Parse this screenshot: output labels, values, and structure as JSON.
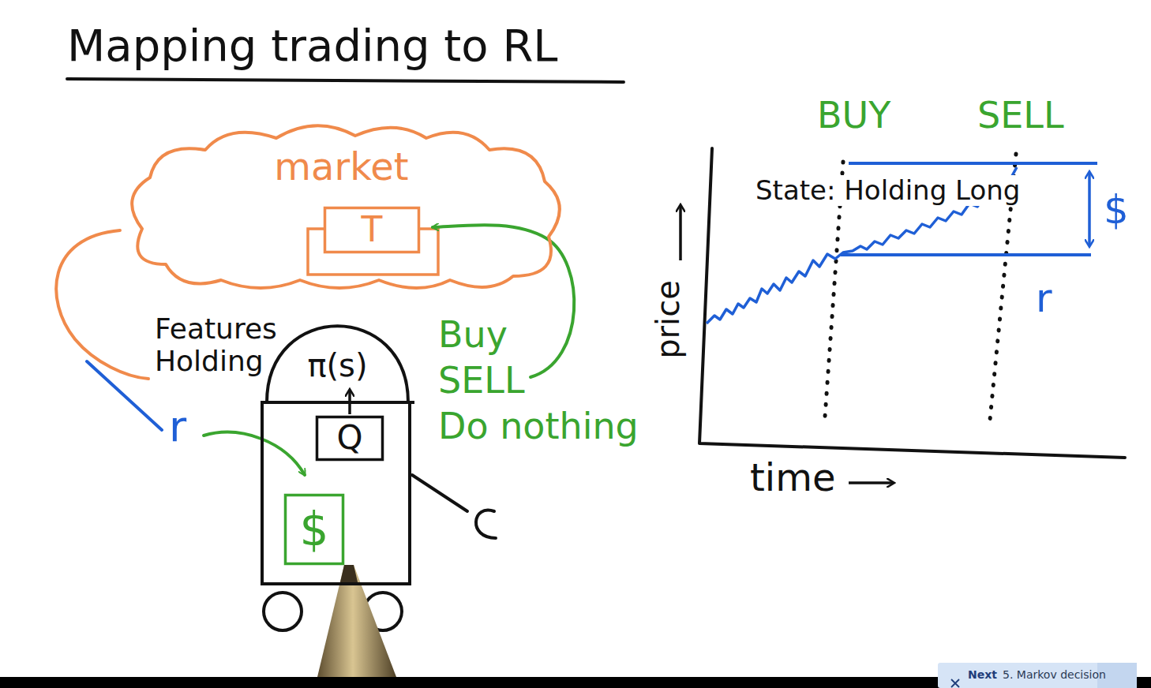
{
  "diagram": {
    "title": "Mapping trading to RL",
    "nodes": [
      {
        "text": [
          "market"
        ]
      },
      {
        "text": [
          "T"
        ],
        "in": 0
      },
      {
        "text": [
          "π(s)"
        ]
      },
      {
        "text": [
          "Q"
        ],
        "in": 2
      },
      {
        "text": [
          "$"
        ],
        "in": 2
      }
    ],
    "labels": [
      "Features Holding",
      "r",
      "Buy",
      "SELL",
      "Do nothing",
      "BUY",
      "SELL",
      "State: Holding Long",
      "$",
      "r",
      "price",
      "time",
      "Next",
      "5. Markov decision"
    ]
  }
}
